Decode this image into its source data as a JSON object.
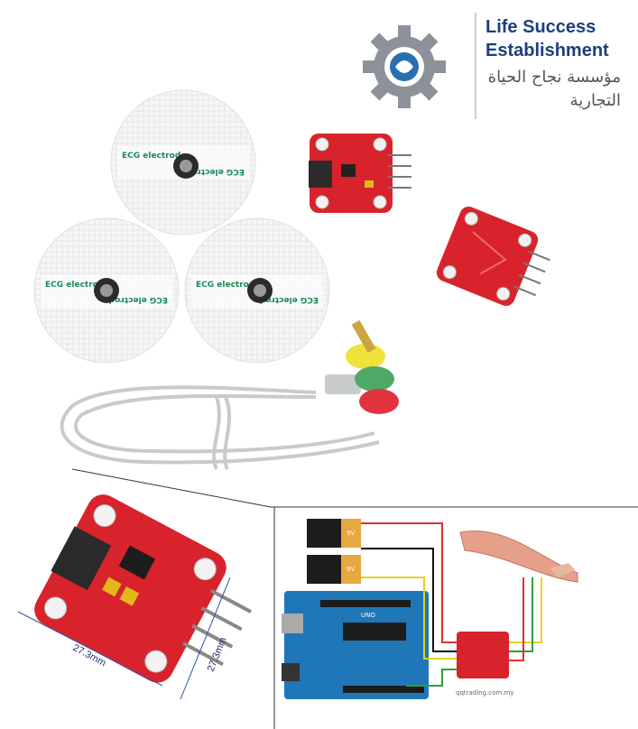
{
  "logo": {
    "line1": "Life Success",
    "line2": "Establishment",
    "arabic1": "مؤسسة نجاح الحياة",
    "arabic2": "التجارية",
    "colors": {
      "gear": "#8d9199",
      "gear_center": "#2a6fb0",
      "text": "#1d3f7a"
    }
  },
  "electrodes": {
    "label": "ECG electrode",
    "count": 3
  },
  "dimensions": {
    "width": "27.3mm",
    "height": "27.3mm"
  },
  "diagram": {
    "battery_top_label": "9V",
    "battery_bottom_label": "9V",
    "board_label": "UNO",
    "watermark": "qqtrading.com.my"
  }
}
